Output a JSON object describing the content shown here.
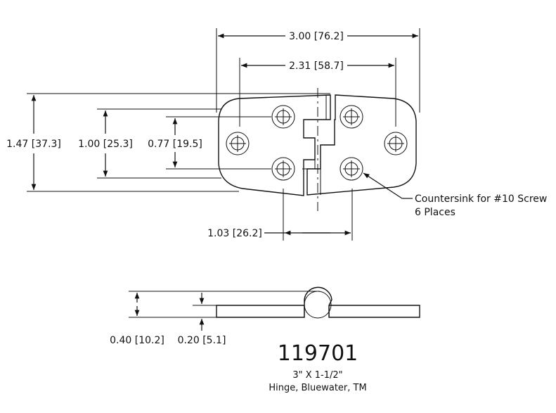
{
  "dimensions": {
    "overall_width": "3.00 [76.2]",
    "hole_span": "2.31 [58.7]",
    "overall_height": "1.47 [37.3]",
    "outer_hole_spacing": "1.00 [25.3]",
    "inner_hole_spacing": "0.77 [19.5]",
    "hole_offset": "1.03 [26.2]",
    "total_thickness": "0.40 [10.2]",
    "leaf_thickness": "0.20 [5.1]"
  },
  "callout": {
    "line1": "Countersink for #10 Screw",
    "line2": "6 Places"
  },
  "title_block": {
    "part_number": "119701",
    "size": "3\" X 1-1/2\"",
    "description": "Hinge, Bluewater, TM"
  }
}
